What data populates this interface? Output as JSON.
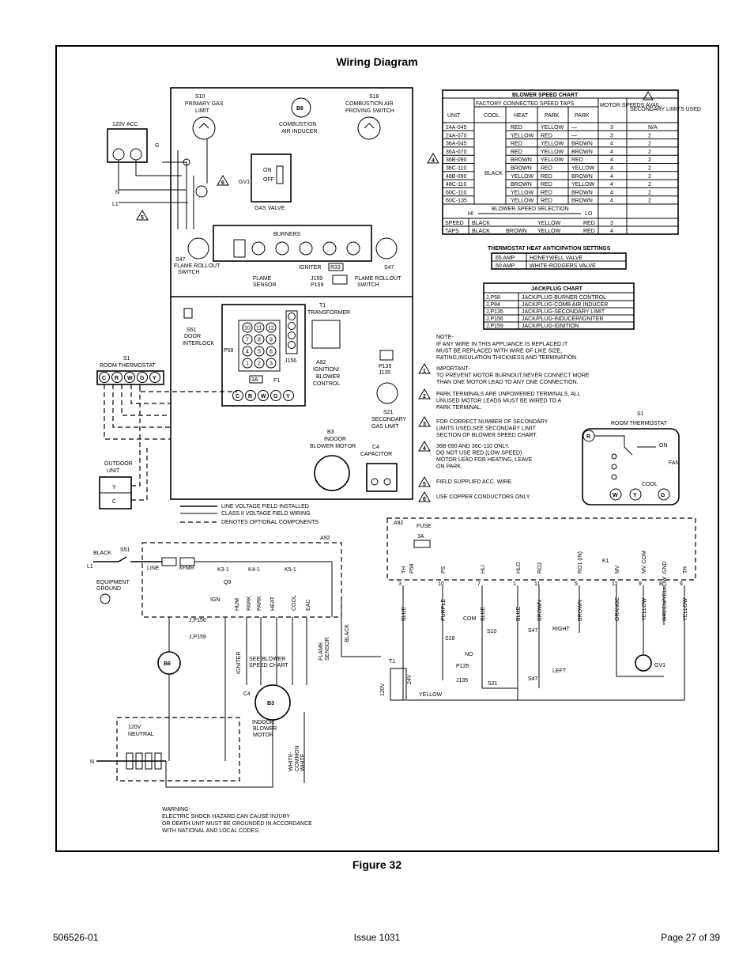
{
  "title": "Wiring Diagram",
  "figure_caption": "Figure 32",
  "footer": {
    "doc_number": "506526-01",
    "issue": "Issue 1031",
    "page": "Page 27 of 39"
  },
  "blower_speed_chart": {
    "title": "BLOWER SPEED CHART",
    "factory_header": "FACTORY CONNECTED SPEED TAPS",
    "columns": [
      "UNIT",
      "COOL",
      "HEAT",
      "PARK",
      "PARK",
      "MOTOR SPEEDS AVAIL.",
      "SECONDARY LIMITS USED"
    ],
    "cool_value": "BLACK",
    "rows": [
      [
        "24A-045",
        "RED",
        "YELLOW",
        "—",
        "3",
        "N/A"
      ],
      [
        "24A-070",
        "YELLOW",
        "RED",
        "—",
        "3",
        "2"
      ],
      [
        "36A-045",
        "RED",
        "YELLOW",
        "BROWN",
        "4",
        "2"
      ],
      [
        "36A-070",
        "RED",
        "YELLOW",
        "BROWN",
        "4",
        "2"
      ],
      [
        "36B-090",
        "BROWN",
        "YELLOW",
        "RED",
        "4",
        "2"
      ],
      [
        "36C-110",
        "BROWN",
        "RED",
        "YELLOW",
        "4",
        "2"
      ],
      [
        "48B-090",
        "YELLOW",
        "RED",
        "BROWN",
        "4",
        "2"
      ],
      [
        "48C-110",
        "BROWN",
        "RED",
        "YELLOW",
        "4",
        "2"
      ],
      [
        "60C-110",
        "YELLOW",
        "RED",
        "BROWN",
        "4",
        "2"
      ],
      [
        "60C-135",
        "YELLOW",
        "RED",
        "BROWN",
        "4",
        "2"
      ]
    ],
    "selection_title": "BLOWER SPEED SELECTION",
    "hi": "HI",
    "lo": "LO",
    "selection_rows": [
      [
        "SPEED",
        "BLACK",
        "",
        "YELLOW",
        "RED",
        "3"
      ],
      [
        "TAPS",
        "BLACK",
        "BROWN",
        "YELLOW",
        "RED",
        "4"
      ]
    ]
  },
  "anticipation": {
    "title": "THERMOSTAT HEAT ANTICIPATION SETTINGS",
    "rows": [
      [
        ".65 AMP",
        "HONEYWELL VALVE"
      ],
      [
        ".50 AMP",
        "WHITE-RODGERS VALVE"
      ]
    ]
  },
  "jackplug": {
    "title": "JACKPLUG CHART",
    "rows": [
      [
        "J,P58",
        "JACK/PLUG-BURNER CONTROL"
      ],
      [
        "J,P84",
        "JACK/PLUG-COMB AIR INDUCER"
      ],
      [
        "J,P135",
        "JACK/PLUG-SECONDARY LIMIT"
      ],
      [
        "J,P156",
        "JACK/PLUG-INDUCER/IGNITER"
      ],
      [
        "J,P159",
        "JACK/PLUG-IGNITION"
      ]
    ]
  },
  "notes": {
    "note_title": "NOTE-",
    "note_text": [
      "IF ANY WIRE IN THIS APPLIANCE IS REPLACED,IT",
      "MUST BE REPLACED WITH WIRE OF LIKE SIZE,",
      "RATING,INSULATION THICKNESS AND TERMINATION."
    ],
    "items": [
      {
        "num": "1",
        "lines": [
          "IMPORTANT-",
          "TO PREVENT MOTOR BURNOUT,NEVER CONNECT MORE",
          "THAN ONE MOTOR LEAD TO ANY ONE CONNECTION."
        ]
      },
      {
        "num": "2",
        "lines": [
          "PARK TERMINALS ARE UNPOWERED TERMINALS, ALL",
          "UNUSED MOTOR LEADS MUST BE WIRED TO A",
          "PARK TERMINAL."
        ]
      },
      {
        "num": "3",
        "lines": [
          "FOR CORRECT NUMBER OF SECONDARY",
          "LIMITS USED,SEE SECONDARY LIMIT",
          "SECTION OF BLOWER SPEED CHART."
        ]
      },
      {
        "num": "4",
        "lines": [
          "36B-090 AND 36C-110 ONLY.",
          "DO NOT USE RED (LOW SPEED)",
          "MOTOR LEAD FOR HEATING, LEAVE",
          "ON PARK."
        ]
      },
      {
        "num": "5",
        "lines": [
          "FIELD SUPPLIED ACC. WIRE."
        ]
      },
      {
        "num": "6",
        "lines": [
          "USE COPPER CONDUCTORS ONLY."
        ]
      }
    ]
  },
  "legend": {
    "line_voltage": "LINE VOLTAGE FIELD INSTALLED",
    "class2": "CLASS II VOLTAGE FIELD WIRING",
    "optional": "DENOTES OPTIONAL COMPONENTS"
  },
  "warning": [
    "WARNING-",
    "ELECTRIC SHOCK HAZARD,CAN CAUSE INJURY",
    "OR DEATH.UNIT MUST BE GROUNDED IN ACCORDANCE",
    "WITH NATIONAL AND LOCAL CODES."
  ],
  "labels": {
    "acc120": "120V ACC",
    "s10": [
      "S10",
      "PRIMARY GAS",
      "LIMIT"
    ],
    "b6": "B6",
    "combustion_inducer": [
      "COMBUSTION",
      "AIR INDUCER"
    ],
    "s18": [
      "S18",
      "COMBUSTION AIR",
      "PROVING SWITCH"
    ],
    "gv1": "GV1",
    "on": "ON",
    "off": "OFF",
    "gas_valve": "GAS VALVE",
    "burners": "BURNERS",
    "s47_left": [
      "S47",
      "FLAME ROLLOUT",
      "SWITCH"
    ],
    "s47_right": "S47",
    "igniter": "IGNITER",
    "r33": "R33",
    "flame_sensor": [
      "FLAME",
      "SENSOR"
    ],
    "j159p159": [
      "J159",
      "P159"
    ],
    "flame_rollout_switch": [
      "FLAME ROLLOUT",
      "SWITCH"
    ],
    "s51": [
      "S51",
      "DOOR",
      "INTERLOCK"
    ],
    "p58": "P58",
    "j156": "J156",
    "t1": [
      "T1",
      "TRANSFORMER"
    ],
    "a92": [
      "A92",
      "IGNITION/",
      "BLOWER",
      "CONTROL"
    ],
    "f1": "F1",
    "amp3a": "3A",
    "p135": [
      "P135",
      "J135"
    ],
    "s21": [
      "S21",
      "SECONDARY",
      "GAS LIMIT"
    ],
    "b3": [
      "B3",
      "INDOOR",
      "BLOWER MOTOR"
    ],
    "c4": [
      "C4",
      "CAPACITOR"
    ],
    "s1": [
      "S1",
      "ROOM THERMOSTAT"
    ],
    "outdoor": [
      "OUTDOOR",
      "UNIT"
    ],
    "terminals": [
      "C",
      "R",
      "W",
      "G",
      "Y"
    ],
    "pin_grid": [
      "10",
      "11",
      "12",
      "7",
      "8",
      "9",
      "4",
      "5",
      "6",
      "1",
      "2",
      "3"
    ],
    "a92_lower": "A92",
    "black": "BLACK",
    "l1": "L1",
    "n": "N",
    "g": "G",
    "y": "Y",
    "c": "C",
    "line": "LINE",
    "xfmr": "XFMR",
    "k3": "K3-1",
    "k4": "K4-1",
    "k5": "K5-1",
    "q9": "Q9",
    "ign": "IGN",
    "hum": "HUM",
    "park": "PARK",
    "heat": "HEAT",
    "cool": "COOL",
    "eac": "EAC",
    "equip_ground": [
      "EQUIPMENT",
      "GROUND"
    ],
    "neutral": [
      "120V",
      "NEUTRAL"
    ],
    "see_chart": [
      "SEE BLOWER",
      "SPEED CHART"
    ],
    "indoor_motor": [
      "INDOOR",
      "BLOWER",
      "MOTOR"
    ],
    "white_common": [
      "WHITE-",
      "COMMON"
    ],
    "white": "WHITE",
    "fuse": "FUSE",
    "pins_top": [
      "TH",
      "PS",
      "HLI",
      "HLO",
      "RO2",
      "RO1 (IN)",
      "MV",
      "MV COM",
      "GND",
      "TR"
    ],
    "pin_nums": [
      "3",
      "10",
      "7",
      "1",
      "11",
      "5",
      "12",
      "9",
      "8",
      "6"
    ],
    "wire_colors": [
      "BLUE",
      "PURPLE",
      "BLUE",
      "BLUE",
      "BROWN",
      "BROWN",
      "ORANGE",
      "YELLOW",
      "GREEN/YELLOW",
      "YELLOW"
    ],
    "com": "COM",
    "no": "NO",
    "right": "RIGHT",
    "left": "LEFT",
    "yellow": "YELLOW",
    "v120": "120V",
    "v24": "24V",
    "k1": "K1",
    "fan": "FAN",
    "s1_cool": "COOL",
    "s1_on": "ON"
  }
}
